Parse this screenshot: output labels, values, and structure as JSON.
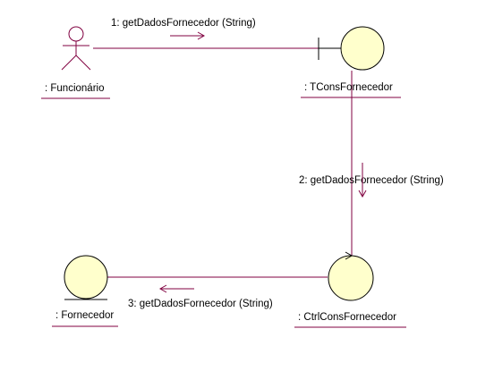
{
  "colors": {
    "line": "#800040",
    "object_fill": "#ffffcc",
    "object_stroke": "#000000",
    "text": "#000000"
  },
  "actor": {
    "label": ": Funcionário",
    "icon": "stick-figure-actor-icon"
  },
  "objects": {
    "tcons": {
      "label": ": TConsFornecedor",
      "icon": "boundary-object-icon"
    },
    "ctrl": {
      "label": ": CtrlConsFornecedor",
      "icon": "control-object-icon"
    },
    "forn": {
      "label": ": Fornecedor",
      "icon": "entity-object-icon"
    }
  },
  "messages": {
    "m1": "1: getDadosFornecedor (String)",
    "m2": "2: getDadosFornecedor (String)",
    "m3": "3: getDadosFornecedor (String)"
  }
}
